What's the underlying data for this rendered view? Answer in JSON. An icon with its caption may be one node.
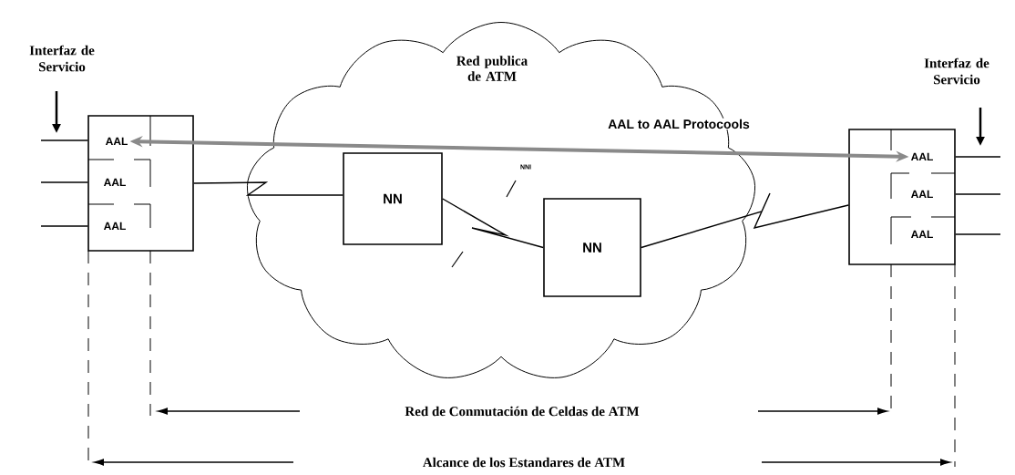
{
  "diagram": {
    "nodes": [
      {
        "text": [
          "Red publica de ATM"
        ]
      },
      {
        "text": [],
        "shape": "box"
      },
      {
        "text": [
          "AAL"
        ],
        "in": 1
      },
      {
        "text": [
          "AAL"
        ],
        "in": 1
      },
      {
        "text": [
          "AAL"
        ],
        "in": 1
      },
      {
        "text": [
          "NN"
        ],
        "in": 0
      },
      {
        "text": [
          "NN"
        ],
        "in": 0
      },
      {
        "text": [],
        "shape": "box"
      },
      {
        "text": [
          "AAL"
        ],
        "in": 7
      },
      {
        "text": [
          "AAL"
        ],
        "in": 7
      },
      {
        "text": [
          "AAL"
        ],
        "in": 7
      }
    ],
    "edges": [
      {
        "from": 2,
        "to": 8,
        "arrow": "both",
        "style": "thick",
        "color": "#8a8a8a",
        "label": "AAL to AAL Protocools"
      },
      {
        "from": 1,
        "to": 5,
        "arrow": "none"
      },
      {
        "from": 5,
        "to": 6,
        "arrow": "none"
      },
      {
        "from": 6,
        "to": 7,
        "arrow": "none"
      },
      {
        "from": null,
        "to": 1,
        "arrow": "none"
      },
      {
        "from": null,
        "to": 1,
        "arrow": "none"
      },
      {
        "from": null,
        "to": 1,
        "arrow": "none"
      },
      {
        "from": 7,
        "to": null,
        "arrow": "none"
      },
      {
        "from": 7,
        "to": null,
        "arrow": "none"
      },
      {
        "from": 7,
        "to": null,
        "arrow": "none"
      }
    ],
    "labels": [
      "Interfaz de Servicio",
      "Interfaz de Servicio",
      "NNI",
      "Red de Conmutación de Celdas de ATM",
      "Alcance de los Estandares de ATM"
    ]
  }
}
